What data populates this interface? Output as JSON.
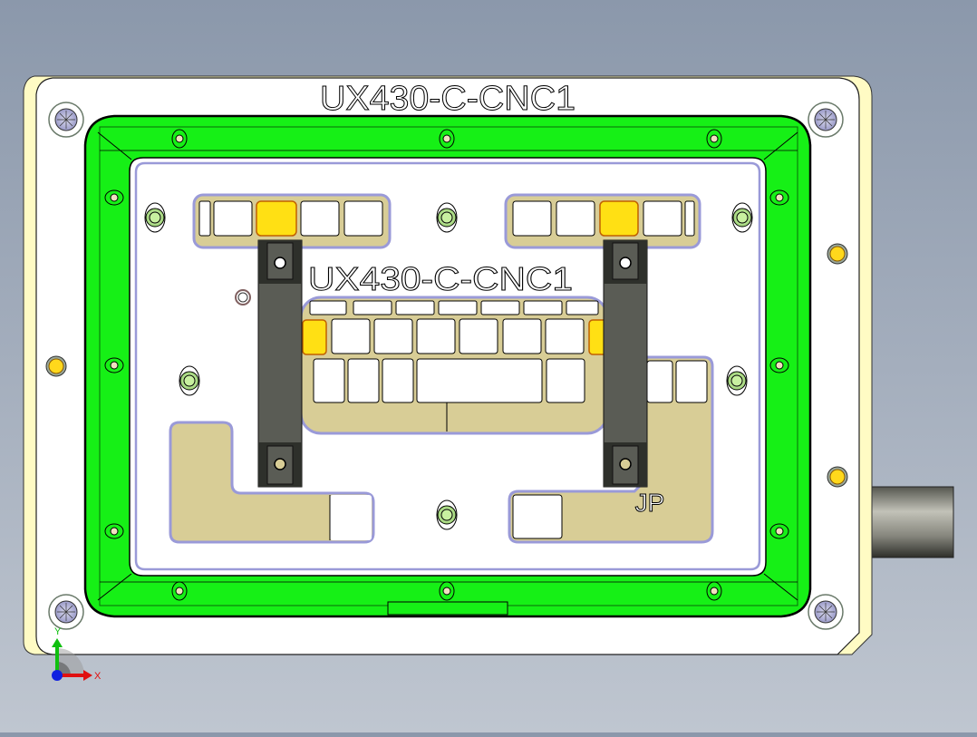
{
  "viewport": {
    "background_top": "#8b98ab",
    "background_bottom": "#bfc6d0"
  },
  "part": {
    "top_engraving": "UX430-C-CNC1",
    "center_engraving": "UX430-C-CNC1",
    "corner_engraving": "JP"
  },
  "colors": {
    "base_plate": "#ffffff",
    "rim": "#fffbc4",
    "green_frame": "#16f016",
    "nest_fill": "#d8cd96",
    "nest_outline": "#9a9ad8",
    "yellow_key": "#ffe014",
    "clamp": "#5a5c55",
    "clamp_dark": "#2e302b",
    "pin_yellow": "#ffd81c",
    "cylinder": "#a8a89f"
  },
  "triad": {
    "x_label": "X",
    "y_label": "Y",
    "x_color": "#e01010",
    "y_color": "#10c010",
    "z_color": "#1020e0"
  }
}
